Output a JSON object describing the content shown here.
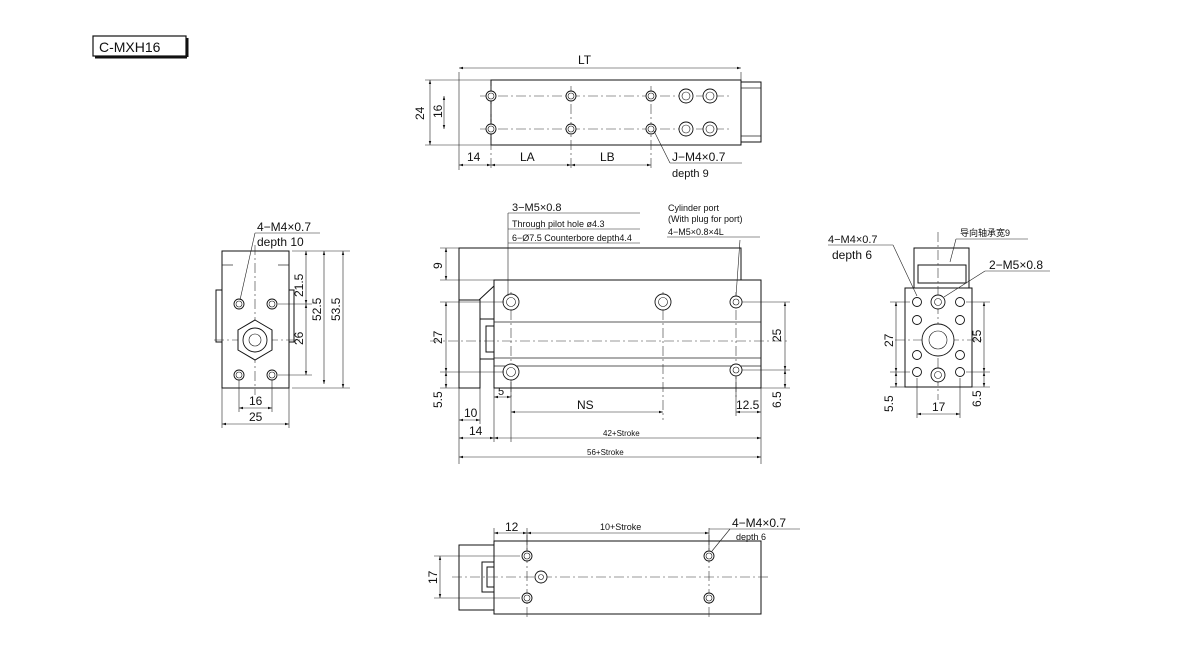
{
  "model": "C-MXH16",
  "top_view": {
    "lt": "LT",
    "h24": "24",
    "h16": "16",
    "w14": "14",
    "la": "LA",
    "lb": "LB",
    "thread": "J−M4×0.7",
    "depth": "depth 9"
  },
  "side_view": {
    "thread": "4−M4×0.7",
    "depth": "depth 10",
    "d21_5": "21.5",
    "d52_5": "52.5",
    "d53_5": "53.5",
    "d26": "26",
    "d16": "16",
    "d25": "25"
  },
  "front_view": {
    "note1": "3−M5×0.8",
    "note2": "Through pilot hole ø4.3",
    "note3": "6−Ø7.5 Counterbore depth4.4",
    "port1": "Cylinder port",
    "port2": "(With plug for port)",
    "port3": "4−M5×0.8×4L",
    "d9": "9",
    "d27": "27",
    "d5_5": "5.5",
    "d5": "5",
    "d10": "10",
    "d14": "14",
    "ns": "NS",
    "d12_5": "12.5",
    "d6_5": "6.5",
    "d25": "25",
    "s42": "42+Stroke",
    "s56": "56+Stroke"
  },
  "end_view": {
    "thread": "4−M4×0.7",
    "depth": "depth 6",
    "bearing": "导向轴承宽9",
    "thread2": "2−M5×0.8",
    "d27": "27",
    "d25": "25",
    "d5_5": "5.5",
    "d17": "17",
    "d6_5": "6.5"
  },
  "bottom_view": {
    "d12": "12",
    "stroke": "10+Stroke",
    "thread": "4−M4×0.7",
    "depth": "depth 6",
    "d17": "17"
  }
}
